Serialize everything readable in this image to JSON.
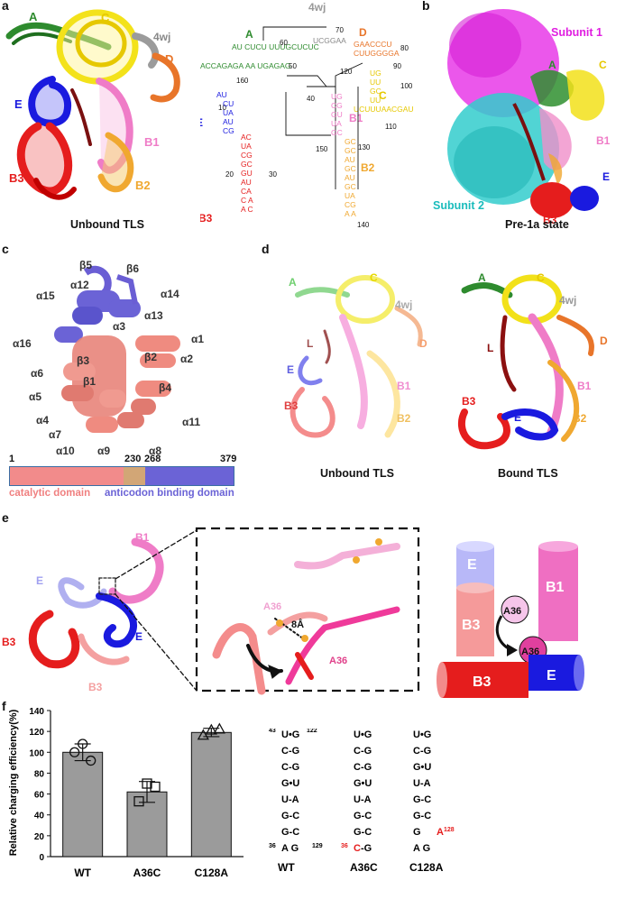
{
  "panels": {
    "a": {
      "letter": "a",
      "caption": "Unbound TLS",
      "domains": [
        "A",
        "C",
        "4wj",
        "D",
        "E",
        "B1",
        "B3",
        "B2"
      ],
      "secondary": {
        "labels": [
          "A",
          "4wj",
          "D",
          "E",
          "B1",
          "C",
          "B2",
          "B3"
        ],
        "numbers": [
          "60",
          "70",
          "80",
          "50",
          "160",
          "90",
          "120",
          "100",
          "110",
          "40",
          "10",
          "150",
          "130",
          "20",
          "30",
          "140"
        ],
        "seqA1": "ACCAGAGA",
        "seqA2": "AU CUCU UUUGCUCUC",
        "seqA3": "AA UGAGAG",
        "seq4wj": "UCGGAA",
        "seqD1": "GAACCCU",
        "seqD2": "CUUGGGGA",
        "seqC": "UCUUUAACGAU"
      }
    },
    "b": {
      "letter": "b",
      "caption": "Pre-1a state",
      "labels": [
        "Subunit 1",
        "Subunit 2",
        "A",
        "C",
        "B1",
        "E",
        "B3"
      ]
    },
    "c": {
      "letter": "c",
      "elements": [
        "β5",
        "β6",
        "α15",
        "α12",
        "α14",
        "α13",
        "α3",
        "α1",
        "α16",
        "α6",
        "β3",
        "β2",
        "α2",
        "β1",
        "β4",
        "α5",
        "α4",
        "α7",
        "α11",
        "α10",
        "α9",
        "α8"
      ],
      "bar_ticks": [
        "1",
        "230",
        "268",
        "379"
      ],
      "catalytic_label": "catalytic domain",
      "anticodon_label": "anticodon binding domain"
    },
    "d": {
      "letter": "d",
      "caption_left": "Unbound TLS",
      "caption_right": "Bound TLS",
      "labels": [
        "A",
        "C",
        "4wj",
        "L",
        "D",
        "E",
        "B1",
        "B3",
        "B2"
      ]
    },
    "e": {
      "letter": "e",
      "labels": [
        "B1",
        "E",
        "B3",
        "E",
        "B3"
      ],
      "zoom_labels": [
        "A36",
        "8Å",
        "A36"
      ],
      "schematic_labels": [
        "E",
        "B1",
        "A36",
        "B3",
        "A36",
        "B3",
        "E"
      ]
    },
    "f": {
      "letter": "f",
      "structures": [
        {
          "name": "WT",
          "top_left": "43",
          "top_right": "122",
          "bottom_left": "36",
          "bottom_right": "129",
          "pairs": [
            "U•G",
            "C-G",
            "C-G",
            "G•U",
            "U-A",
            "G-C",
            "G-C",
            "A G"
          ]
        },
        {
          "name": "A36C",
          "bottom_left": "36",
          "pairs": [
            "U•G",
            "C-G",
            "C-G",
            "G•U",
            "U-A",
            "G-C",
            "G-C",
            "C-G"
          ]
        },
        {
          "name": "C128A",
          "bottom_right": "128",
          "pairs": [
            "U•G",
            "C-G",
            "G•U",
            "U-A",
            "G-C",
            "G-C",
            "G  A",
            "A G"
          ]
        }
      ]
    }
  },
  "chart_data": {
    "type": "bar",
    "categories": [
      "WT",
      "A36C",
      "C128A"
    ],
    "values": [
      100,
      62,
      119
    ],
    "errors": [
      8,
      10,
      4
    ],
    "points": [
      [
        100,
        108,
        92
      ],
      [
        53,
        70,
        67
      ],
      [
        116,
        121,
        122
      ]
    ],
    "markers": [
      "circle",
      "square",
      "triangle"
    ],
    "ylabel": "Relative charging efficiency(%)",
    "ylim": [
      0,
      140
    ],
    "yticks": [
      0,
      20,
      40,
      60,
      80,
      100,
      120,
      140
    ],
    "bar_color": "#9b9b9b"
  }
}
